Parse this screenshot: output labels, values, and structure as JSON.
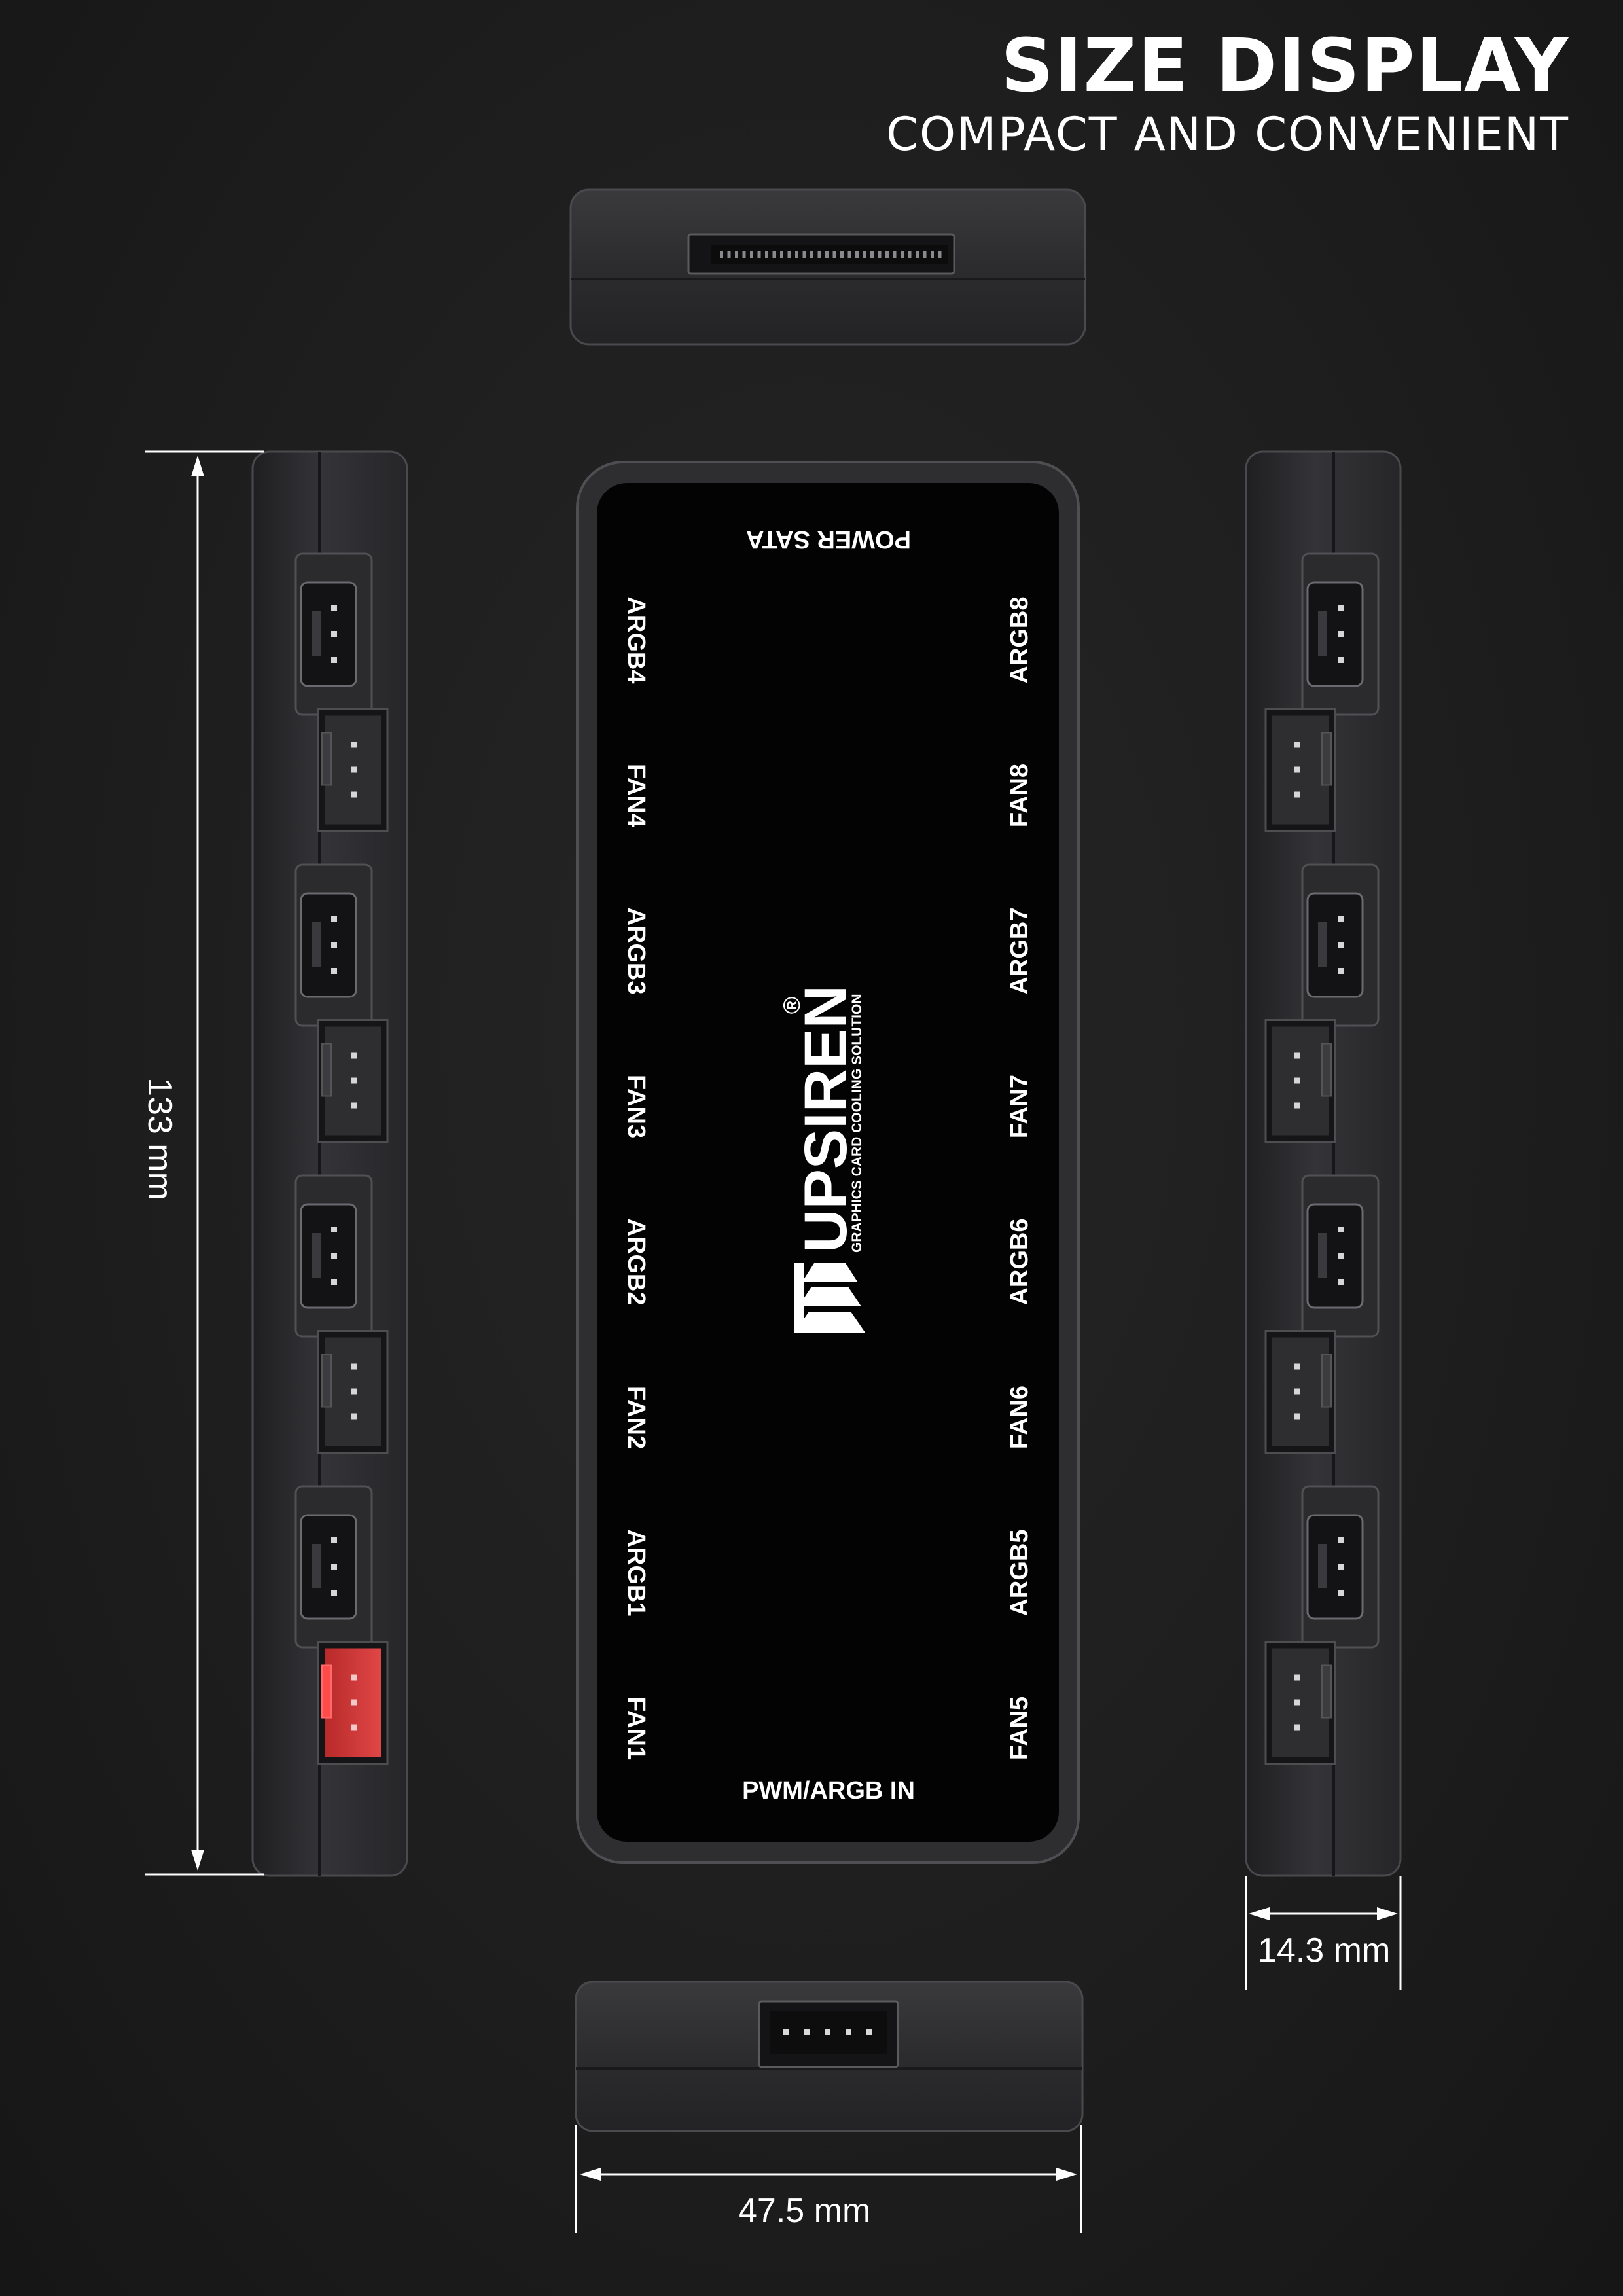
{
  "headline": {
    "title": "SIZE DISPLAY",
    "subtitle": "COMPACT AND CONVENIENT"
  },
  "board": {
    "brand": "UPSIREN",
    "registered_mark": "®",
    "tagline": "GRAPHICS CARD COOLING SOLUTION",
    "top_label": "POWER SATA",
    "bottom_label": "PWM/ARGB IN",
    "left_ports": [
      "ARGB4",
      "FAN4",
      "ARGB3",
      "FAN3",
      "ARGB2",
      "FAN2",
      "ARGB1",
      "FAN1"
    ],
    "right_ports": [
      "ARGB8",
      "FAN8",
      "ARGB7",
      "FAN7",
      "ARGB6",
      "FAN6",
      "ARGB5",
      "FAN5"
    ]
  },
  "dimensions": {
    "height": "133 mm",
    "thickness": "14.3 mm",
    "width": "47.5 mm"
  },
  "colors": {
    "body": "#2b2b2d",
    "board": "#030303",
    "highlight_port": "#d63a3a",
    "text": "#ffffff"
  }
}
